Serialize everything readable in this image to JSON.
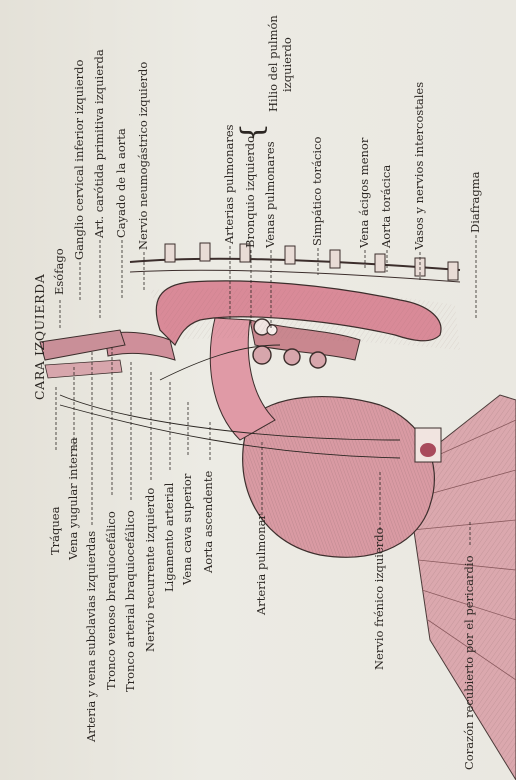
{
  "title": "CARA IZQUIERDA",
  "labels_left": [
    "Tráquea",
    "Vena yugular interna",
    "Arteria y vena subclavias izquierdas",
    "Tronco venoso braquiocefálico",
    "Tronco arterial braquiocefálico",
    "Nervio recurrente izquierdo",
    "Ligamento arterial",
    "Vena cava superior",
    "Aorta ascendente",
    "Arteria pulmonar",
    "Nervio frénico izquierdo",
    "Corazón recubierto por el pericardio"
  ],
  "labels_right": [
    "Esófago",
    "Ganglio cervical inferior izquierdo",
    "Art. carótida primitiva izquierda",
    "Cayado de la aorta",
    "Nervio neumogástrico izquierdo",
    "Arterias pulmonares",
    "Bronquio izquierdo",
    "Venas pulmonares",
    "Simpático torácico",
    "Vena ácigos menor",
    "Aorta torácica",
    "Vasos y nervios intercostales",
    "Diafragma"
  ],
  "hilio_label_line1": "Hilio del pulmón",
  "hilio_label_line2": "izquierdo",
  "colors": {
    "paper": "#eae8e1",
    "ink": "#2b2622",
    "vessel_pink": "#d98a98",
    "lung_pink": "#e6b7bd",
    "muscle_pink": "#c9878f"
  }
}
